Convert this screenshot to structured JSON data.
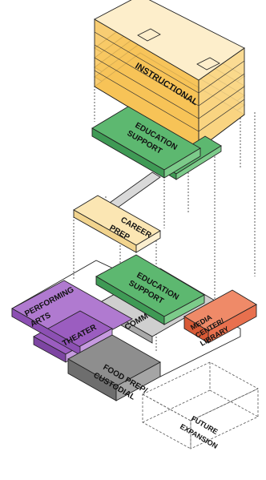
{
  "labels": {
    "instructional": "INSTRUCTIONAL",
    "education_support_upper_1": "EDUCATION",
    "education_support_upper_2": "SUPPORT",
    "career_prep_1": "CAREER",
    "career_prep_2": "PREP",
    "education_support_lower_1": "EDUCATION",
    "education_support_lower_2": "SUPPORT",
    "performing_arts_1": "PERFORMING",
    "performing_arts_2": "ARTS",
    "theater": "THEATER",
    "commons": "COMMONS",
    "media_center_1": "MEDIA",
    "media_center_2": "CENTER/",
    "media_center_3": "LIBRARY",
    "food_prep_1": "FOOD PREP/",
    "food_prep_2": "CUSTODIAL",
    "future_expansion_1": "FUTURE",
    "future_expansion_2": "EXPANSION"
  },
  "colors": {
    "instructional": "#f4b73a",
    "instructional_light": "#fbe2a6",
    "education_support": "#5db870",
    "career_prep": "#fbe6b3",
    "performing_arts": "#a46ac8",
    "commons": "#c9c9c9",
    "media_center": "#e8704e",
    "food_prep": "#8a8a8a",
    "outline": "#222222"
  }
}
